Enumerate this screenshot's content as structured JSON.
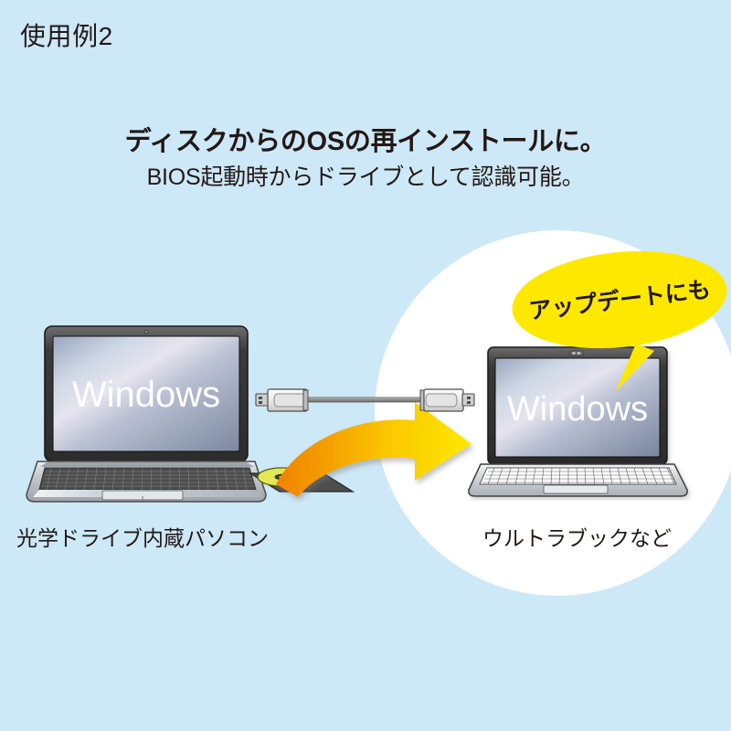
{
  "page": {
    "background_color": "#cde8f7",
    "circle_color": "#ffffff",
    "text_color": "#231815"
  },
  "usecase": {
    "label": "使用例2"
  },
  "headline": {
    "main": "ディスクからのOSの再インストールに。",
    "sub": "BIOS起動時からドライブとして認識可能。"
  },
  "bubble": {
    "text": "アップデートにも",
    "fill_color": "#ffe800",
    "text_color": "#231815"
  },
  "captions": {
    "left": "光学ドライブ内蔵パソコン",
    "right": "ウルトラブックなど"
  },
  "laptop_left": {
    "screen_text": "Windows",
    "screen_text_color": "#ffffff",
    "bezel_color": "#3c3c3c",
    "body_color": "#b5b9bd",
    "keyboard_color": "#4a4a4a",
    "has_optical_drive": true,
    "has_webcam": true
  },
  "laptop_right": {
    "screen_text": "Windows",
    "screen_text_color": "#ffffff",
    "bezel_color": "#3c3c3c",
    "body_color": "#c3c7cb",
    "keyboard_color": "#ffffff",
    "has_optical_drive": false,
    "has_webcam": true
  },
  "optical_disc": {
    "disc_color": "#e2e856",
    "tray_color": "#4d4d4d",
    "hub_color": "#f2efd8"
  },
  "usb_cable": {
    "body_color": "#eeeeee",
    "connector_color": "#d6d6d6",
    "cord_color": "#9a9a9a",
    "label": "usb-cable"
  },
  "arrow": {
    "start_color": "#f39800",
    "end_color": "#ffe800",
    "direction": "left-to-right-down",
    "label": "data-transfer-arrow"
  }
}
